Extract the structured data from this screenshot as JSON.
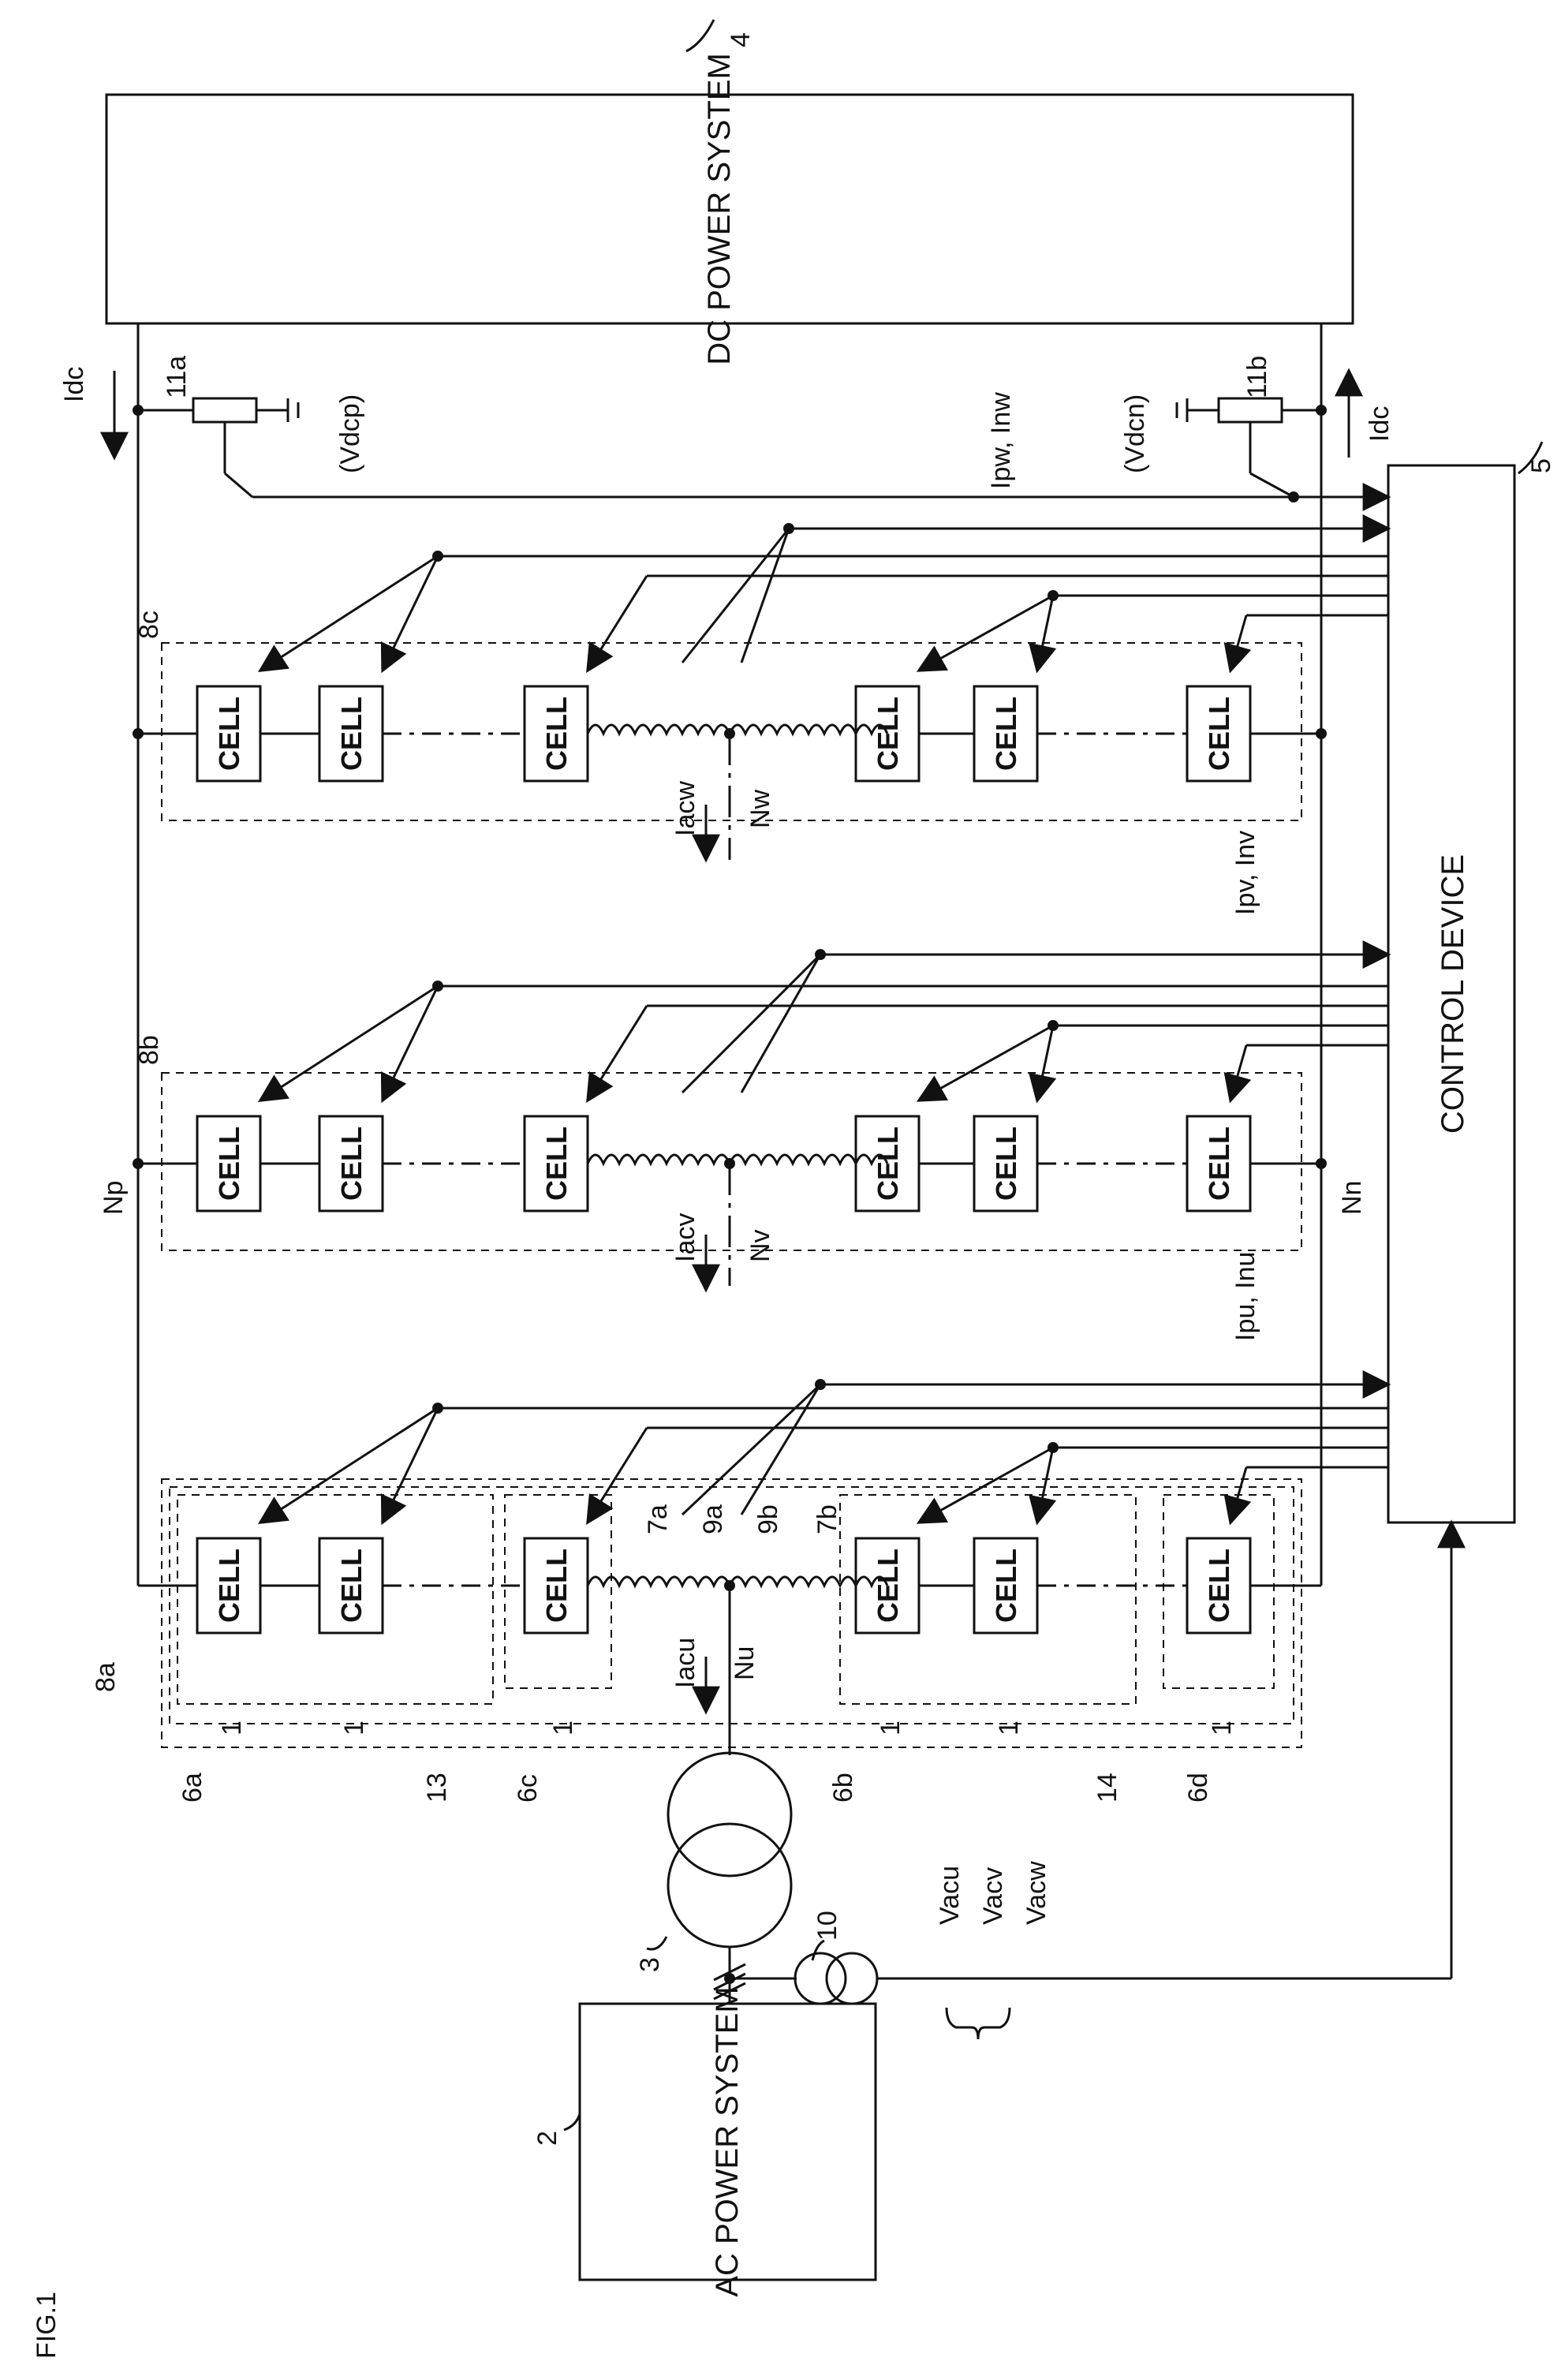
{
  "figure": {
    "label": "FIG.1"
  },
  "blocks": {
    "dc_power_system": {
      "title": "DC POWER SYSTEM",
      "ref": "4"
    },
    "ac_power_system": {
      "title": "AC POWER SYSTEM",
      "ref": "2"
    },
    "control_device": {
      "title": "CONTROL DEVICE",
      "ref": "5"
    }
  },
  "cell_label": "CELL",
  "labels": {
    "idc": "Idc",
    "sensor_p": "11a",
    "sensor_n": "11b",
    "vdcp": "(Vdcp)",
    "vdcn": "(Vdcn)",
    "np": "Np",
    "nn": "Nn",
    "ipw_inw": "Ipw, Inw",
    "ipv_inv": "Ipv, Inv",
    "ipu_inu": "Ipu, Inu",
    "arm_w": "8c",
    "arm_v": "8b",
    "arm_u": "8a",
    "iacw": "Iacw",
    "iacv": "Iacv",
    "iacu": "Iacu",
    "nw": "Nw",
    "nv": "Nv",
    "nu": "Nu",
    "reactor_a": "7a",
    "reactor_b": "7b",
    "node_a": "9a",
    "node_b": "9b",
    "cell_ref": "1",
    "group_6a": "6a",
    "group_6b": "6b",
    "group_6c": "6c",
    "group_6d": "6d",
    "group_13": "13",
    "group_14": "14",
    "transformer": "3",
    "vt_ref": "10",
    "vacu": "Vacu",
    "vacv": "Vacv",
    "vacw": "Vacw"
  }
}
